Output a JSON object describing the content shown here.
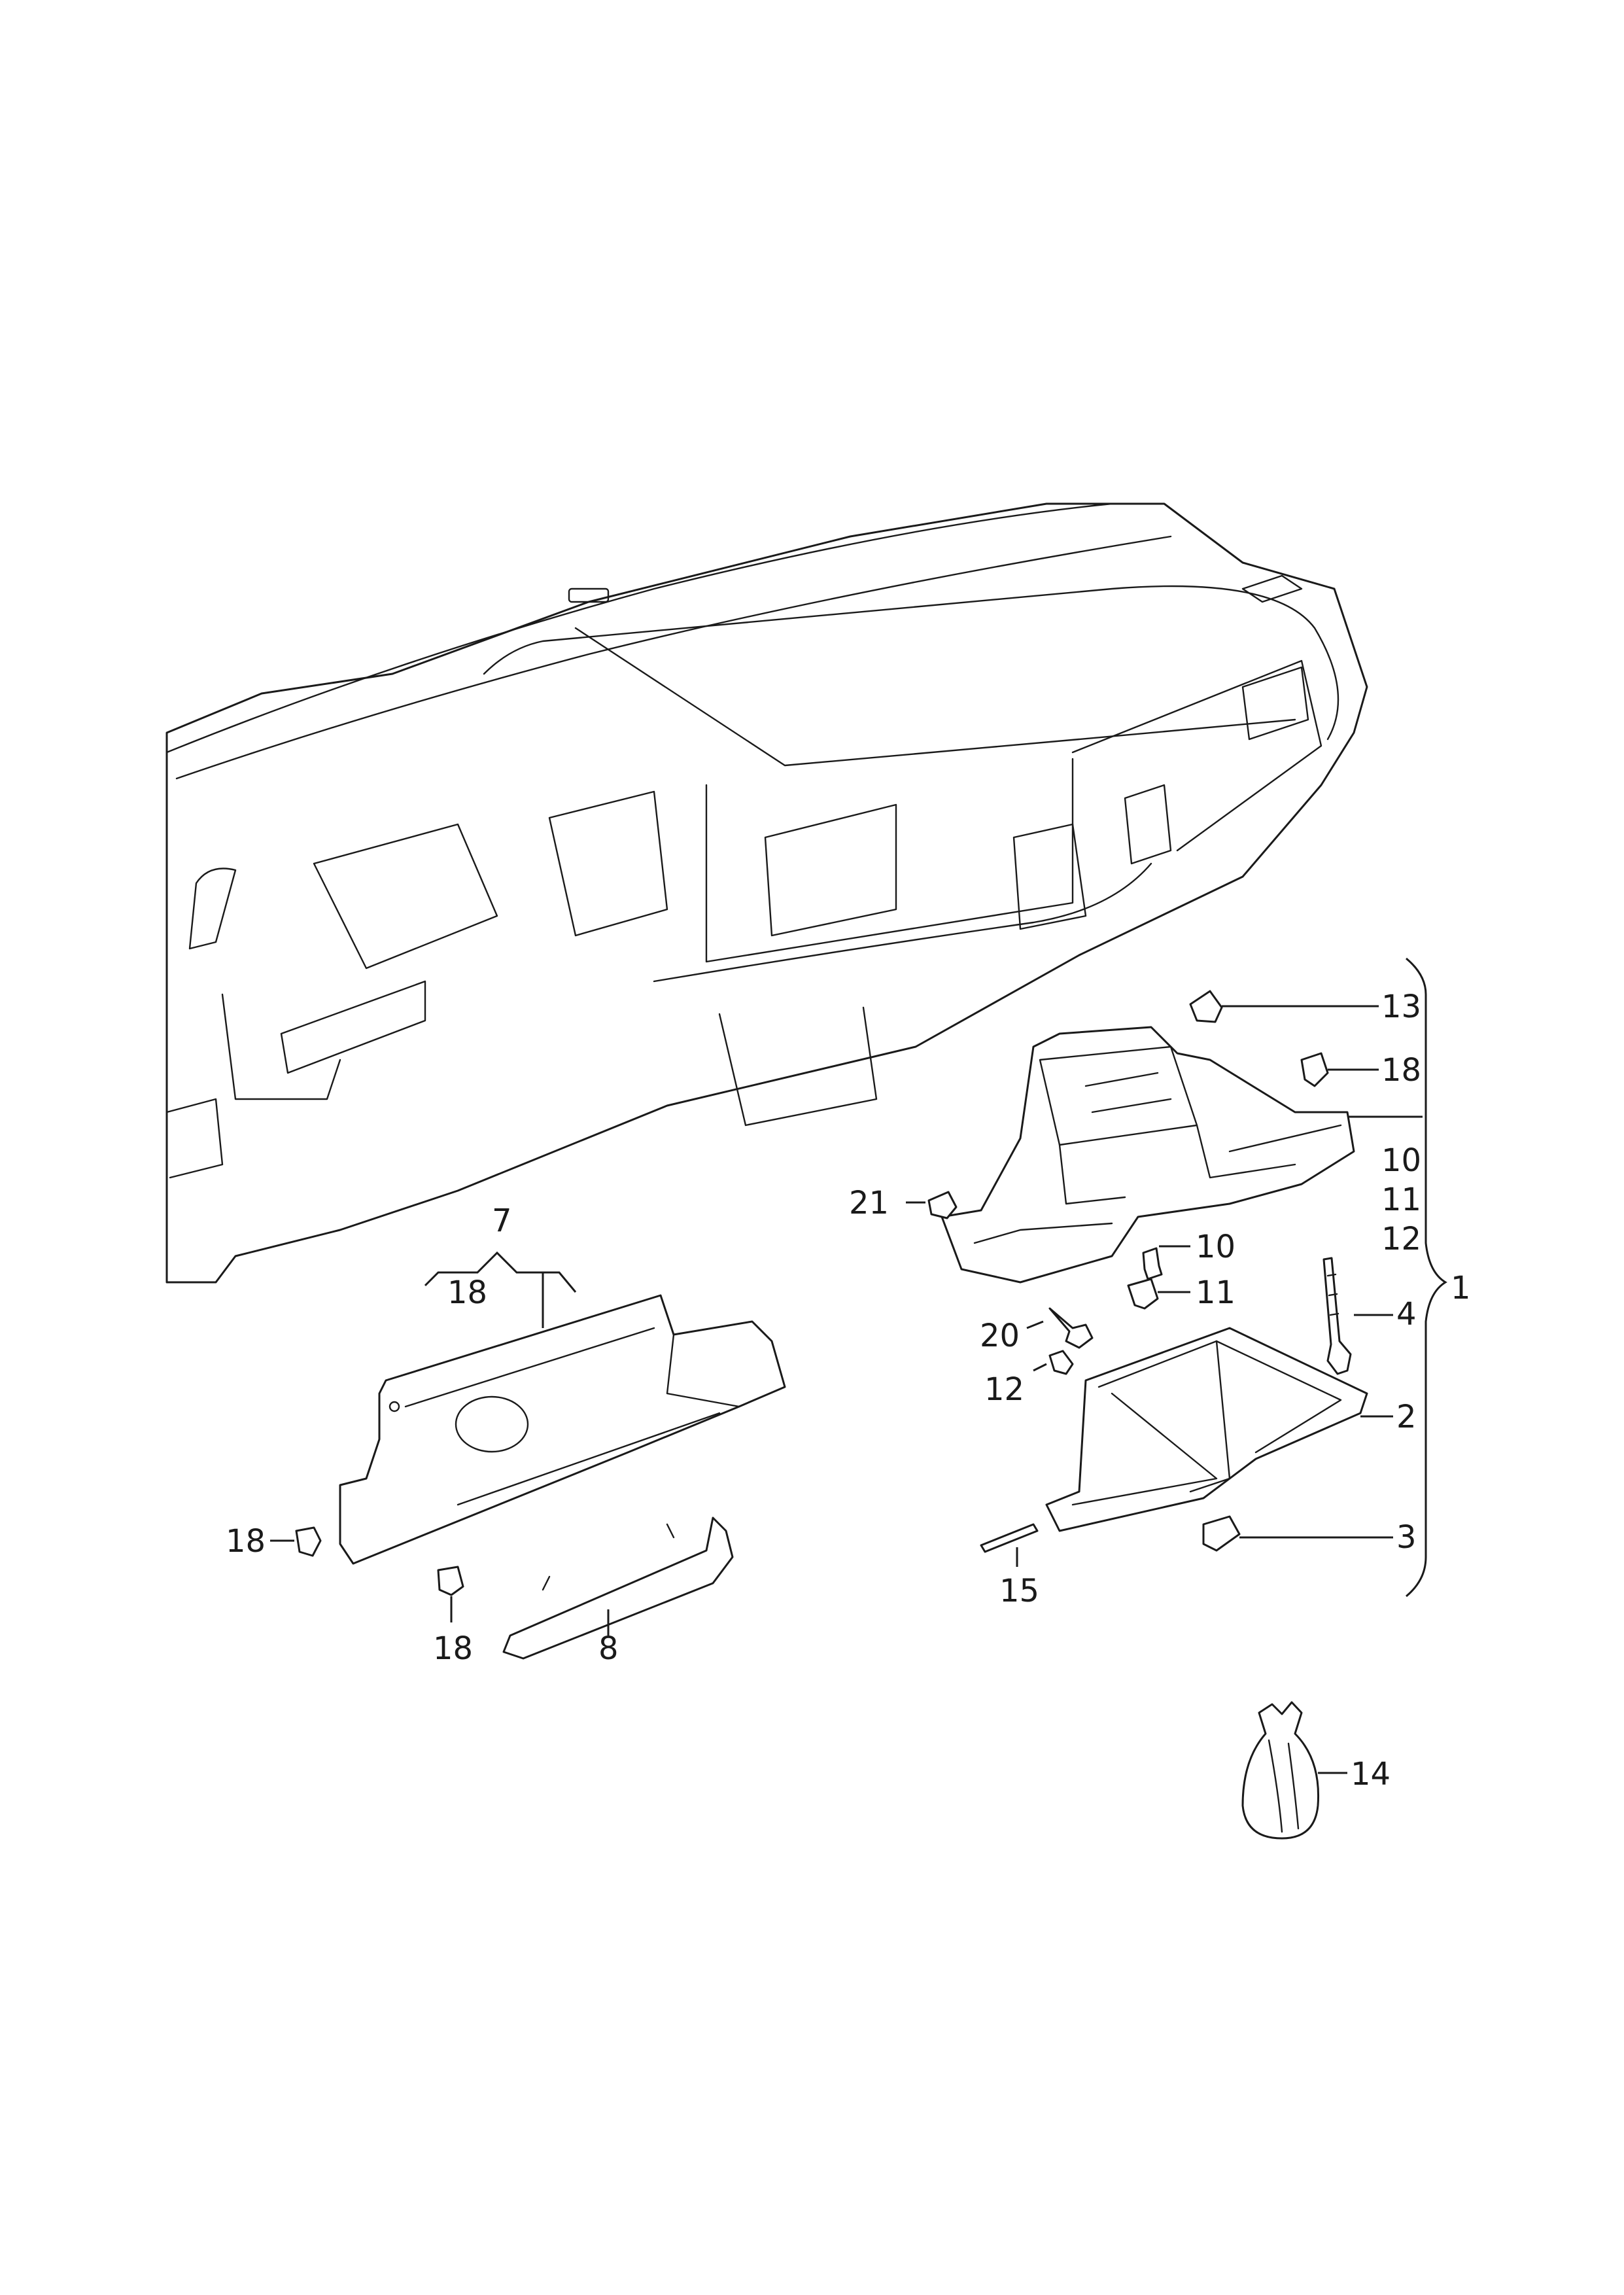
{
  "callouts": {
    "c1": "1",
    "c2": "2",
    "c3": "3",
    "c4": "4",
    "c7": "7",
    "c8": "8",
    "c10a": "10",
    "c10b": "10",
    "c11a": "11",
    "c11b": "11",
    "c12a": "12",
    "c12b": "12",
    "c13": "13",
    "c14": "14",
    "c15": "15",
    "c18a": "18",
    "c18b": "18",
    "c18c": "18",
    "c18d": "18",
    "c20": "20",
    "c21": "21"
  },
  "colors": {
    "line": "#1a1a1a",
    "background": "#ffffff"
  }
}
